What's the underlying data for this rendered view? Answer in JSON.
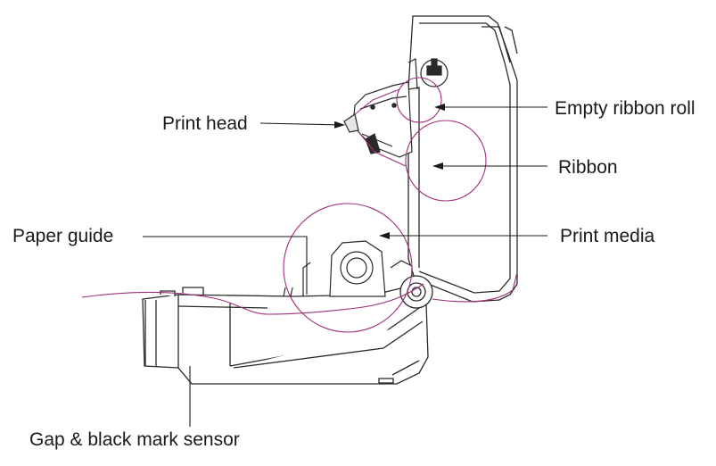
{
  "labels": {
    "print_head": "Print head",
    "empty_ribbon_roll": "Empty ribbon roll",
    "ribbon": "Ribbon",
    "paper_guide": "Paper guide",
    "print_media": "Print media",
    "gap_sensor": "Gap & black mark sensor"
  },
  "colors": {
    "line": "#2a2a2a",
    "accent": "#a0307a",
    "text": "#1a1a1a"
  }
}
